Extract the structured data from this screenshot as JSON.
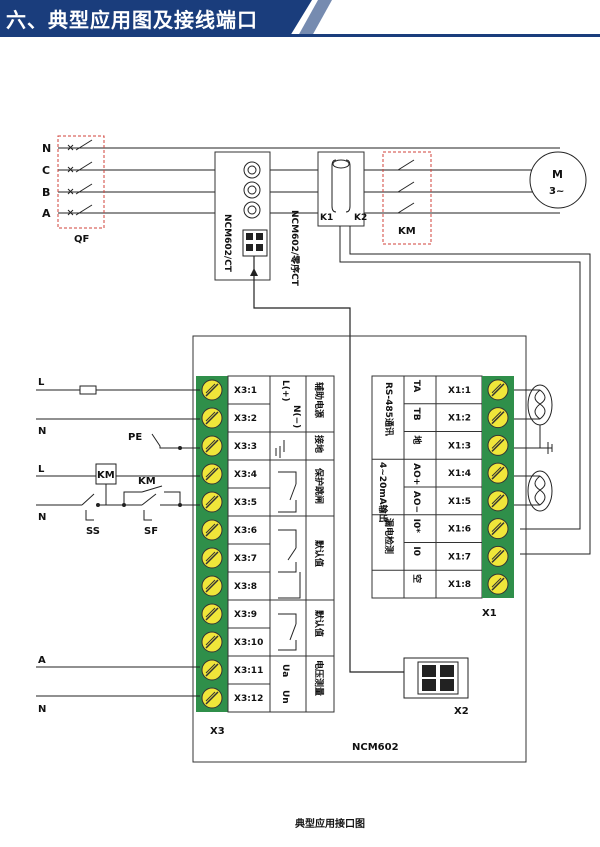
{
  "header": {
    "title": "六、典型应用图及接线端口"
  },
  "bus_labels": [
    "N",
    "C",
    "B",
    "A"
  ],
  "components": {
    "breaker": "QF",
    "ct_label": "NCM602/CT",
    "zero_ct_label": "NCM602/零序CT",
    "k1": "K1",
    "k2": "K2",
    "contactor": "KM",
    "motor_name": "M",
    "motor_type": "3~"
  },
  "left_wires": {
    "l1": "L",
    "n1": "N",
    "pe": "PE",
    "l2": "L",
    "km_coil": "KM",
    "km_contact": "KM",
    "n2": "N",
    "ss": "SS",
    "sf": "SF",
    "a": "A",
    "n3": "N"
  },
  "x3": {
    "label": "X3",
    "terminals": [
      "X3:1",
      "X3:2",
      "X3:3",
      "X3:4",
      "X3:5",
      "X3:6",
      "X3:7",
      "X3:8",
      "X3:9",
      "X3:10",
      "X3:11",
      "X3:12"
    ],
    "signals": {
      "l_plus": "L(+)",
      "n_minus": "N(−)",
      "ua": "Ua",
      "un": "Un"
    },
    "functions": [
      "辅助电源",
      "接地",
      "保护跳闸",
      "默认值",
      "默认值",
      "电压测量"
    ]
  },
  "x1": {
    "label": "X1",
    "terminals": [
      "X1:1",
      "X1:2",
      "X1:3",
      "X1:4",
      "X1:5",
      "X1:6",
      "X1:7",
      "X1:8"
    ],
    "signals": [
      "TA",
      "TB",
      "地",
      "AO+",
      "AO−",
      "I0*",
      "I0",
      "空"
    ],
    "functions": [
      "RS-485通讯",
      "4~20mA输出",
      "漏电检测"
    ]
  },
  "x2": {
    "label": "X2"
  },
  "device": {
    "model": "NCM602"
  },
  "caption": "典型应用接口图"
}
